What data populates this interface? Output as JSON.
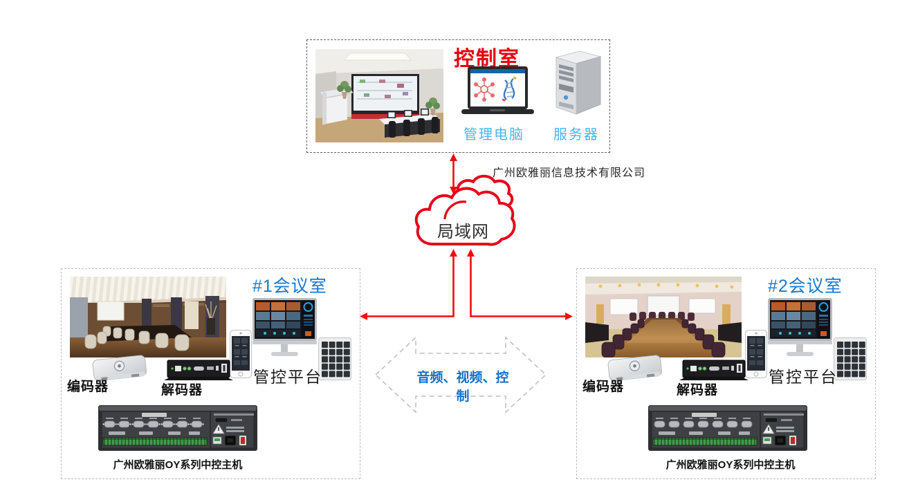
{
  "control_room": {
    "title": "控制室",
    "computer_label": "管理电脑",
    "server_label": "服务器"
  },
  "company_name": "广州欧雅丽信息技术有限公司",
  "network_cloud": {
    "label": "局域网"
  },
  "bus_arrow": {
    "label": "音频、视频、控制"
  },
  "rooms": [
    {
      "title": "#1会议室",
      "encoder_label": "编码器",
      "decoder_label": "解码器",
      "platform_label": "管控平台",
      "host_label": "广州欧雅丽OY系列中控主机"
    },
    {
      "title": "#2会议室",
      "encoder_label": "编码器",
      "decoder_label": "解码器",
      "platform_label": "管控平台",
      "host_label": "广州欧雅丽OY系列中控主机"
    }
  ],
  "colors": {
    "accent_red": "#ee0a10",
    "title_blue": "#1779cf",
    "light_blue": "#4ab4e8",
    "bus_text_blue": "#1670c8",
    "cloud_outline_red": "#e8001a",
    "cloud_text": "#2d2d2d"
  }
}
